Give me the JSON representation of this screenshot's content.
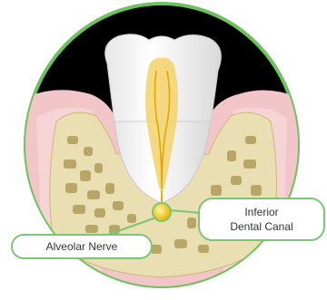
{
  "labels": {
    "alveolar_nerve": "Alveolar Nerve",
    "inferior_canal_line1": "Inferior",
    "inferior_canal_line2": "Dental Canal"
  },
  "colors": {
    "background": "#000000",
    "frame_green": "#6ec25d",
    "gum_pink": "#f2c5c8",
    "gum_pink_light": "#f8dcdc",
    "bone": "#e9dfb2",
    "bone_spots": "#b7a666",
    "tooth_white": "#f5f5f5",
    "pulp": "#f3d26a",
    "nerve_yellow": "#f4c400",
    "callout_border": "#7cc576"
  }
}
